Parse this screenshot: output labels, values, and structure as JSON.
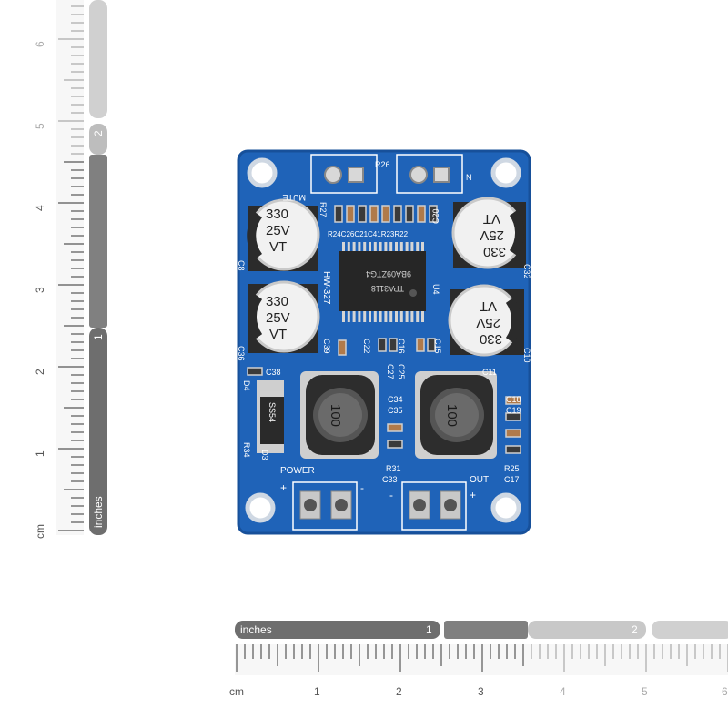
{
  "vertical_ruler": {
    "cm_label": "cm",
    "inches_label": "inches",
    "cm_numbers": [
      "1",
      "2",
      "3",
      "4",
      "5",
      "6"
    ],
    "inch_numbers": [
      "1",
      "2"
    ]
  },
  "horizontal_ruler": {
    "cm_label": "cm",
    "inches_label": "inches",
    "cm_numbers": [
      "1",
      "2",
      "3",
      "4",
      "5",
      "6"
    ],
    "inch_numbers": [
      "1",
      "2"
    ]
  },
  "board": {
    "color": "#1f63b8",
    "model": "HW-327",
    "chip_line1": "TPA3118",
    "chip_line2": "9BA09ZTG4",
    "inductor_code": "100",
    "diode_code": "SS54",
    "capacitors": [
      {
        "line1": "330",
        "line2": "25V",
        "line3": "VT"
      },
      {
        "line1": "330",
        "line2": "25V",
        "line3": "VT"
      },
      {
        "line1": "VT",
        "line2": "25V",
        "line3": "330"
      },
      {
        "line1": "VT",
        "line2": "25V",
        "line3": "330"
      }
    ],
    "labels": {
      "mute": "MUTE",
      "n": "N",
      "power": "POWER",
      "out": "OUT",
      "plus": "+",
      "minus": "-",
      "r26": "R26",
      "r27": "R27",
      "c20": "C20",
      "u4": "U4",
      "c8": "C8",
      "c32": "C32",
      "c36": "C36",
      "c10": "C10",
      "c38": "C38",
      "c39": "C39",
      "c22": "C22",
      "c16": "C16",
      "c15": "C15",
      "c25": "C25",
      "c27": "C27",
      "c11": "C11",
      "c34": "C34",
      "c35": "C35",
      "c18": "C18",
      "c19": "C19",
      "r25": "R25",
      "c17": "C17",
      "r31": "R31",
      "c33": "C33",
      "d4": "D4",
      "d3": "D3",
      "r34": "R34",
      "row_labels": "R24C26C21C41R23R22"
    }
  }
}
